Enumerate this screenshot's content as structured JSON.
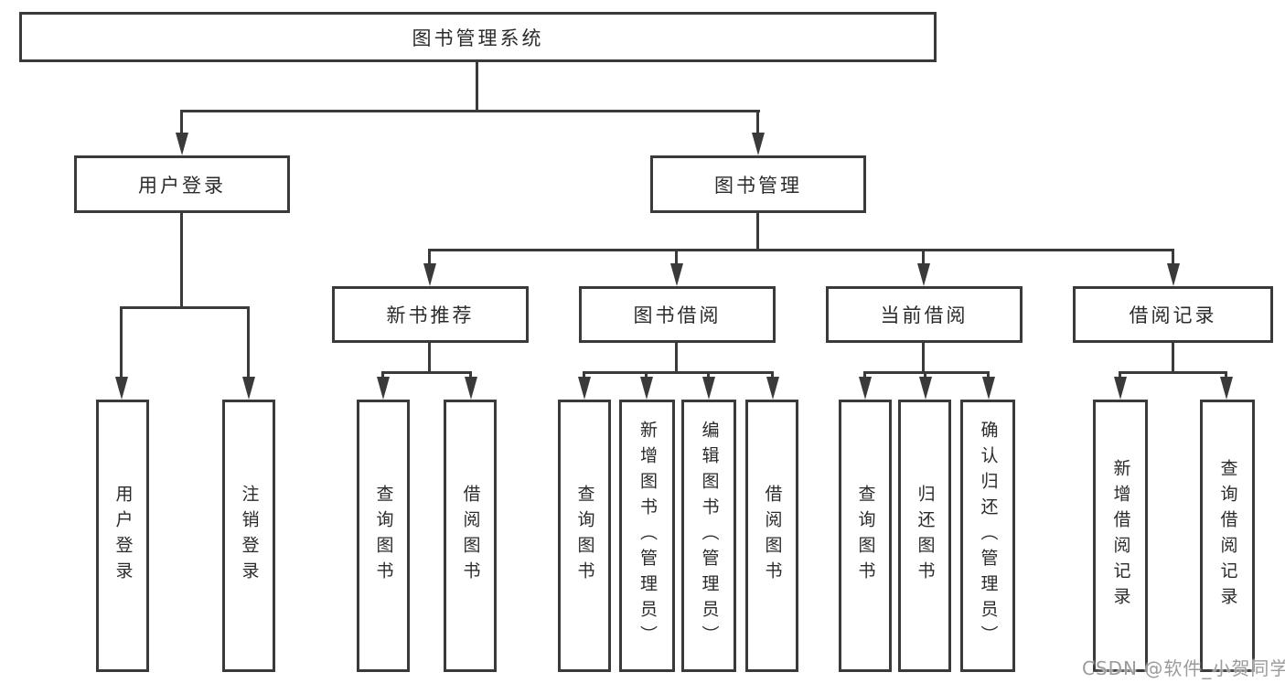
{
  "tree": {
    "label": "图书管理系统",
    "children": [
      {
        "label": "用户登录",
        "children": [
          {
            "label": "用户登录"
          },
          {
            "label": "注销登录"
          }
        ]
      },
      {
        "label": "图书管理",
        "children": [
          {
            "label": "新书推荐",
            "children": [
              {
                "label": "查询图书"
              },
              {
                "label": "借阅图书"
              }
            ]
          },
          {
            "label": "图书借阅",
            "children": [
              {
                "label": "查询图书"
              },
              {
                "label": "新增图书（管理员）"
              },
              {
                "label": "编辑图书（管理员）"
              },
              {
                "label": "借阅图书"
              }
            ]
          },
          {
            "label": "当前借阅",
            "children": [
              {
                "label": "查询图书"
              },
              {
                "label": "归还图书"
              },
              {
                "label": "确认归还（管理员）"
              }
            ]
          },
          {
            "label": "借阅记录",
            "children": [
              {
                "label": "新增借阅记录"
              },
              {
                "label": "查询借阅记录"
              }
            ]
          }
        ]
      }
    ]
  },
  "watermark": {
    "text": "CSDN @软件_小贺同学"
  },
  "colors": {
    "line": "#3a3a3a",
    "text": "#2b2b2b",
    "background": "#ffffff",
    "watermark": "#9b9b9b"
  }
}
